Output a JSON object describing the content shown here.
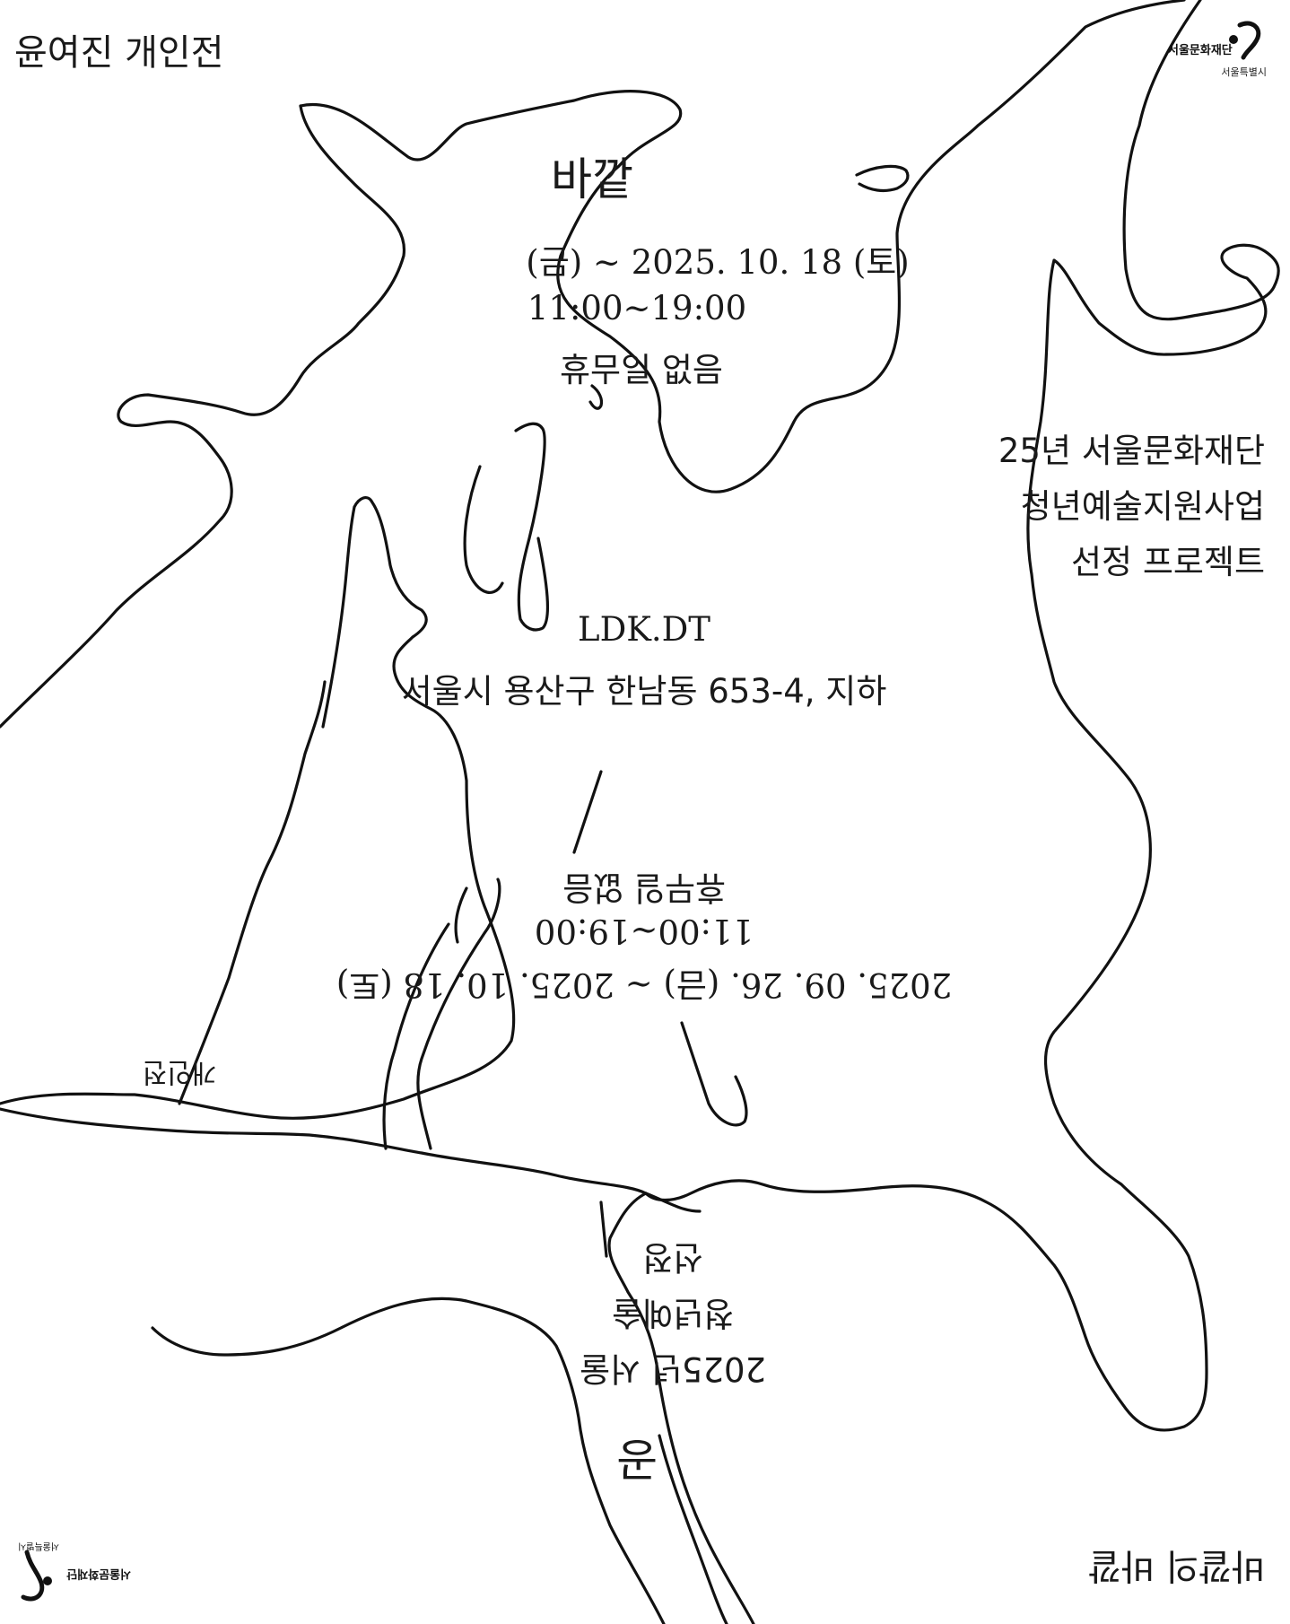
{
  "poster": {
    "artist": "윤여진 개인전",
    "title_fragment": "바깥",
    "dates_top": "(금) ~ 2025. 10. 18 (토)",
    "hours_top": "11:00~19:00",
    "closed_top": "휴무일 없음",
    "program_lines": [
      "25년 서울문화재단",
      "청년예술지원사업",
      "선정 프로젝트"
    ],
    "venue": "LDK.DT",
    "address": "서울시 용산구 한남동 653-4, 지하",
    "dates_full": "2025. 09. 26. (금) ~ 2025. 10. 18 (토)",
    "hours": "11:00~19:00",
    "closed": "휴무일 없음",
    "artist_fragment": "개인전",
    "program_lines_fragment": [
      "2025년 서울",
      "청년예술",
      "선정"
    ],
    "title_flip_fragment": "공",
    "bottom_right": "바깥의 바깥"
  },
  "logos": {
    "seoul_city_label": "서울특별시",
    "foundation_mark": "서울문화재단"
  },
  "colors": {
    "ink": "#1a1a1a",
    "paper": "#ffffff"
  }
}
